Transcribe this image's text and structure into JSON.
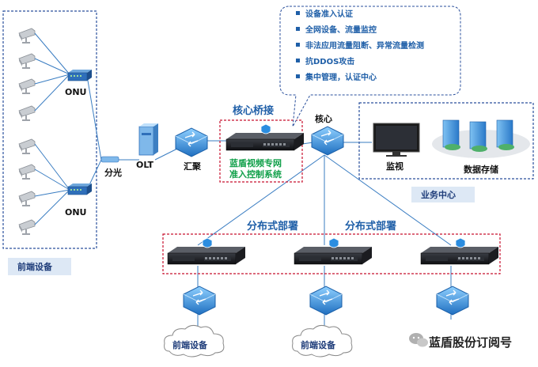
{
  "labels": {
    "onu_top": "ONU",
    "onu_bottom": "ONU",
    "splitter": "分光",
    "olt": "OLT",
    "aggregation": "汇聚",
    "core_bridge": "核心桥接",
    "core": "核心",
    "monitor": "监视",
    "data_storage": "数据存储",
    "business_center": "业务中心",
    "frontend_devices": "前端设备",
    "appliance_line1": "蓝盾视频专网",
    "appliance_line2": "准入控制系统",
    "distributed_left": "分布式部署",
    "distributed_right": "分布式部署",
    "cloud_left": "前端设备",
    "cloud_middle": "前端设备",
    "watermark": "蓝盾股份订阅号"
  },
  "features": [
    "设备准入认证",
    "全网设备、流量监控",
    "非法应用流量阻断、异常流量检测",
    "抗DDOS攻击",
    "集中管理，认证中心"
  ],
  "colors": {
    "accent_blue": "#1f5fa8",
    "dashed_blue": "#2a4f9c",
    "dashed_red": "#c8102e",
    "label_box": "#dde8f5",
    "switch_blue": "#2f8fd8",
    "green_text": "#11a04a",
    "line": "#3a7dc2"
  },
  "icons": {
    "camera": "camera-icon",
    "onu": "onu-icon",
    "splitter": "splitter-icon",
    "olt": "olt-server-icon",
    "switch": "switch-icon",
    "appliance": "appliance-icon",
    "monitor": "monitor-icon",
    "storage": "storage-server-icon",
    "cloud": "cloud-icon",
    "watermark": "wechat-icon"
  }
}
